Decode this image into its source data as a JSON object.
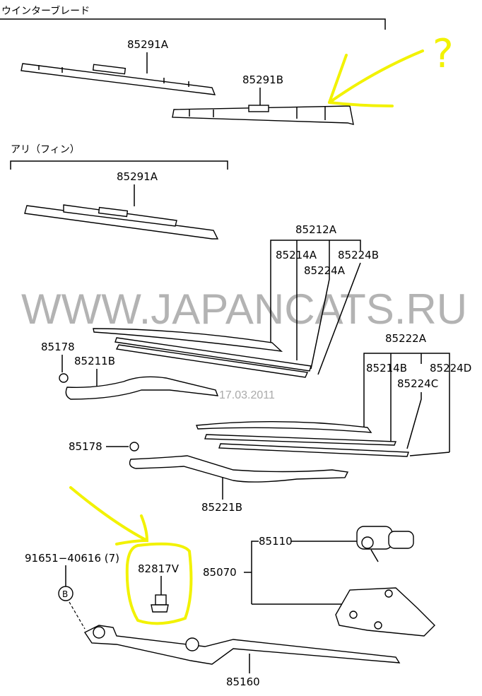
{
  "sections": {
    "winter_blade": "ウインターブレード",
    "ari_fin": "アリ（フィン）"
  },
  "part_numbers": {
    "p85291A_top": "85291A",
    "p85291B": "85291B",
    "p85291A_mid": "85291A",
    "p85212A": "85212A",
    "p85214A": "85214A",
    "p85224B": "85224B",
    "p85224A": "85224A",
    "p85222A": "85222A",
    "p85214B": "85214B",
    "p85224D": "85224D",
    "p85224C": "85224C",
    "p85178_a": "85178",
    "p85211B": "85211B",
    "p85178_b": "85178",
    "p85221B": "85221B",
    "p91651": "91651−40616 (7)",
    "circle_b": "B",
    "p82817V": "82817V",
    "p85070": "85070",
    "p85110": "85110",
    "p85160": "85160"
  },
  "annotations": {
    "question_mark": "?"
  },
  "watermark": {
    "site": "WWW.JAPANCATS.RU",
    "date": "17.03.2011"
  },
  "colors": {
    "highlight": "#f2f200",
    "watermark": "#9a9a9a"
  }
}
